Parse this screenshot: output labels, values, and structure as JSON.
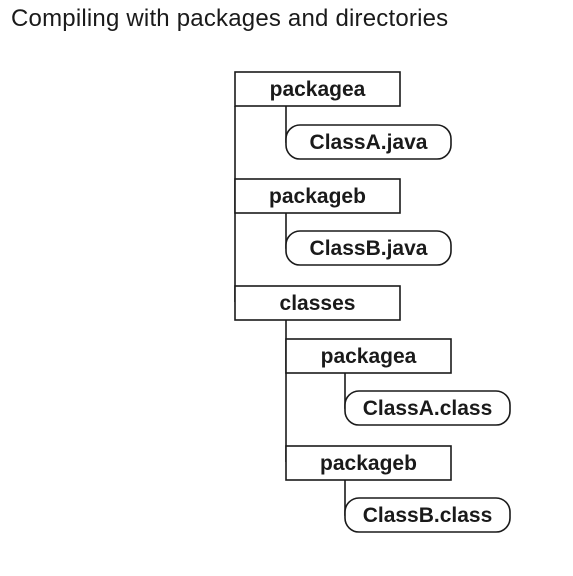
{
  "title": "Compiling with packages and directories",
  "tree": {
    "nodes": [
      {
        "id": "packagea-src",
        "label": "packagea",
        "kind": "folder"
      },
      {
        "id": "classa-java",
        "label": "ClassA.java",
        "kind": "file"
      },
      {
        "id": "packageb-src",
        "label": "packageb",
        "kind": "folder"
      },
      {
        "id": "classb-java",
        "label": "ClassB.java",
        "kind": "file"
      },
      {
        "id": "classes",
        "label": "classes",
        "kind": "folder"
      },
      {
        "id": "packagea-out",
        "label": "packagea",
        "kind": "folder"
      },
      {
        "id": "classa-class",
        "label": "ClassA.class",
        "kind": "file"
      },
      {
        "id": "packageb-out",
        "label": "packageb",
        "kind": "folder"
      },
      {
        "id": "classb-class",
        "label": "ClassB.class",
        "kind": "file"
      }
    ]
  }
}
